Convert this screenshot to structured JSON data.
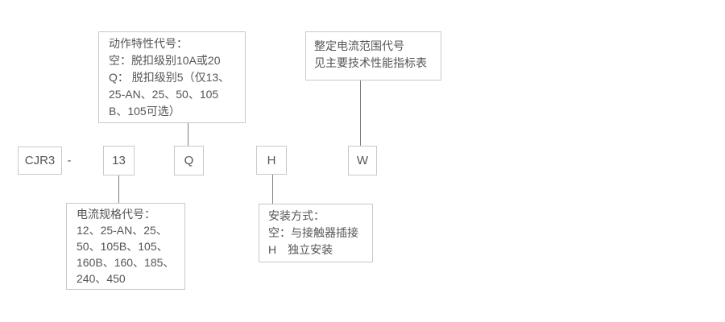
{
  "colors": {
    "text": "#555555",
    "box_border": "#c9c9c9",
    "connector_line": "#7d7d7d",
    "background": "#ffffff"
  },
  "model_row": {
    "prefix": "CJR3",
    "separator": "-",
    "code_current_spec": "13",
    "code_action_characteristic": "Q",
    "code_mounting": "H",
    "code_current_range": "W"
  },
  "callouts": {
    "action_characteristic": {
      "lines": {
        "0": "动作特性代号：",
        "1": "空：脱扣级别10A或20",
        "2": "Q： 脱扣级别5（仅13、",
        "3": "25-AN、25、50、105",
        "4": "B、105可选）"
      }
    },
    "setting_current_range": {
      "lines": {
        "0": "整定电流范围代号",
        "1": "见主要技术性能指标表"
      }
    },
    "current_spec": {
      "lines": {
        "0": "电流规格代号：",
        "1": "12、25-AN、25、",
        "2": "50、105B、105、",
        "3": "160B、160、185、",
        "4": "240、450"
      }
    },
    "mounting": {
      "lines": {
        "0": "安装方式：",
        "1": "空：与接触器插接",
        "2": "H　独立安装"
      }
    }
  }
}
